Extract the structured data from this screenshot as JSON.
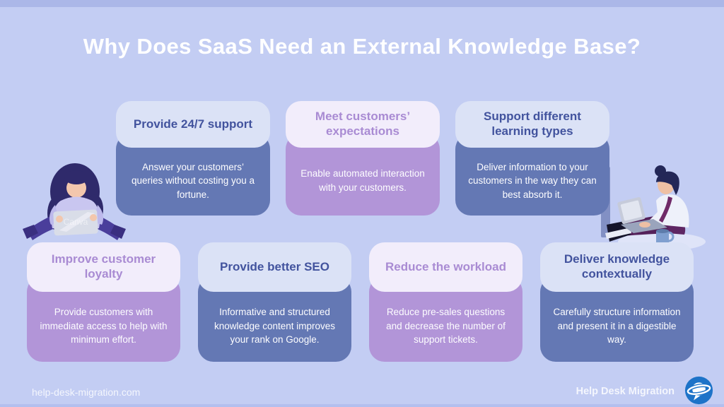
{
  "title": "Why Does SaaS Need an External Knowledge Base?",
  "cards": [
    {
      "theme": "blue",
      "title": "Provide 24/7 support",
      "body": "Answer your customers’ queries without costing you a fortune."
    },
    {
      "theme": "purple",
      "title": "Meet customers’ expectations",
      "body": "Enable automated interaction with your customers."
    },
    {
      "theme": "blue",
      "title": "Support different learning types",
      "body": "Deliver information to your customers in the way they can best absorb it."
    },
    {
      "theme": "purple",
      "title": "Improve customer loyalty",
      "body": "Provide customers with immediate access to help with minimum effort."
    },
    {
      "theme": "blue",
      "title": "Provide better SEO",
      "body": "Informative and structured knowledge content improves your rank on Google."
    },
    {
      "theme": "purple",
      "title": "Reduce the workload",
      "body": "Reduce pre-sales questions and decrease the number of support tickets."
    },
    {
      "theme": "blue",
      "title": "Deliver knowledge contextually",
      "body": "Carefully structure information and present it in a digestible way."
    }
  ],
  "footer": {
    "website": "help-desk-migration.com",
    "brand": "Help Desk Migration"
  },
  "watermark": "Canva",
  "colors": {
    "background": "#c3cdf3",
    "blue_card_body": "#6478b4",
    "blue_card_header": "#dbe2f6",
    "blue_header_text": "#42539e",
    "purple_card_body": "#b295d8",
    "purple_card_header": "#f2edfb",
    "purple_header_text": "#a98bd3",
    "title_text": "#ffffff",
    "logo_blue": "#1d73c8"
  }
}
